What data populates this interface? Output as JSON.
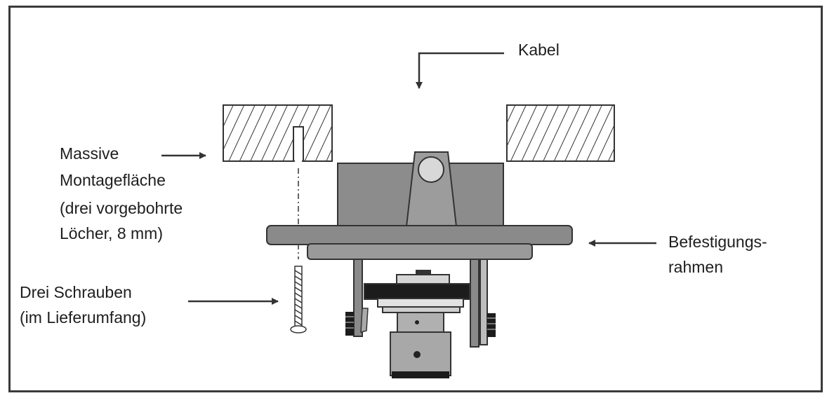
{
  "labels": {
    "cable": "Kabel",
    "surface": [
      "Massive",
      "Montagefläche",
      "(drei vorgebohrte",
      "Löcher, 8 mm)"
    ],
    "frame": [
      "Befestigungs-",
      "rahmen"
    ],
    "screws": [
      "Drei Schrauben",
      "(im Lieferumfang)"
    ]
  },
  "colors": {
    "line": "#333333",
    "body": "#8c8c8c",
    "flange": "#8a8a8a",
    "dark": "#1c1c1c"
  }
}
